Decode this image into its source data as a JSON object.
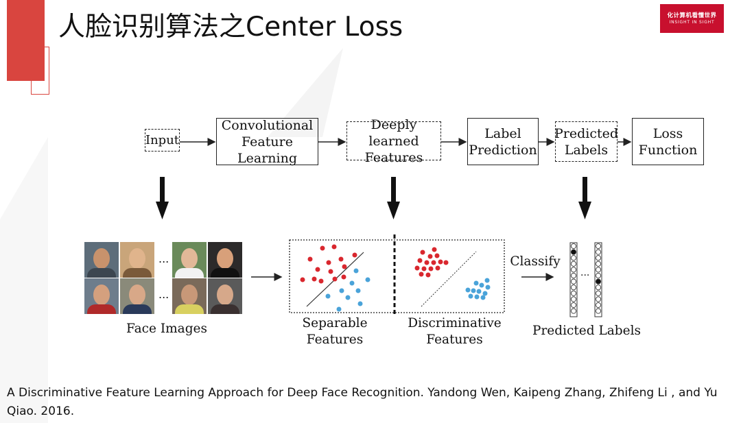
{
  "slide": {
    "title": "人脸识别算法之Center Loss"
  },
  "logo": {
    "line1": "化计算机看懂世界",
    "line2": "INSIGHT IN SIGHT"
  },
  "pipeline": {
    "input": "Input",
    "conv_line1": "Convolutional",
    "conv_line2": "Feature Learning",
    "deep_line1": "Deeply learned",
    "deep_line2": "Features",
    "label_line1": "Label",
    "label_line2": "Prediction",
    "pred_line1": "Predicted",
    "pred_line2": "Labels",
    "loss_line1": "Loss",
    "loss_line2": "Function"
  },
  "bottom": {
    "face_images": "Face Images",
    "ellipsis": "...",
    "separable_line1": "Separable",
    "separable_line2": "Features",
    "discriminative_line1": "Discriminative",
    "discriminative_line2": "Features",
    "classify": "Classify",
    "predicted_labels": "Predicted Labels"
  },
  "colors": {
    "red_points": "#d9272e",
    "blue_points": "#4aa3d9",
    "accent_red": "#d9453f",
    "logo_red": "#c8102e"
  },
  "caption": "A Discriminative Feature Learning Approach for Deep Face Recognition. Yandong Wen, Kaipeng Zhang, Zhifeng Li , and Yu Qiao. 2016."
}
